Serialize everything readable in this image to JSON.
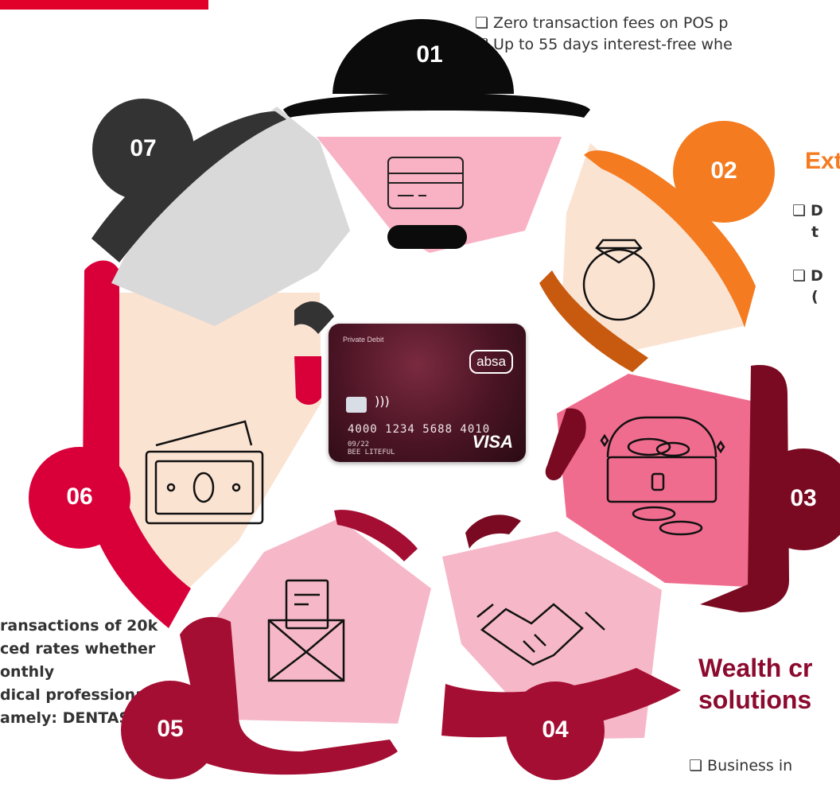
{
  "segments": [
    {
      "num": "01",
      "color": "#0b0b0b",
      "icon": "credit-card-icon"
    },
    {
      "num": "02",
      "color": "#F47B20",
      "icon": "diamond-ring-icon"
    },
    {
      "num": "03",
      "color": "#7A0A22",
      "icon": "treasure-chest-icon"
    },
    {
      "num": "04",
      "color": "#A50E33",
      "icon": "handshake-icon"
    },
    {
      "num": "05",
      "color": "#A50E33",
      "icon": "envelope-letter-icon"
    },
    {
      "num": "06",
      "color": "#D9003A",
      "icon": "cash-notes-icon"
    },
    {
      "num": "07",
      "color": "#333333",
      "icon": ""
    }
  ],
  "card": {
    "label": "Private Debit",
    "brand": "absa",
    "number": "4000 1234 5688 4010",
    "expiry": "09/22",
    "holder": "BEE LITEFUL",
    "network": "VISA"
  },
  "text": {
    "top_bullet_1": "Zero transaction fees on POS p",
    "top_bullet_2": "Up to 55 days interest-free whe",
    "ext_heading": "Ext",
    "ext_b1_line1": "D",
    "ext_b1_line2": "t",
    "ext_b2_line1": "D",
    "ext_b2_line2": "(",
    "left_line1": "ransactions of 20k",
    "left_line2": "ced rates whether",
    "left_line3": "onthly",
    "left_line4": "dical professionals",
    "left_line5": "amely: DENTASA",
    "wealth_line1": "Wealth cr",
    "wealth_line2": "solutions",
    "wealth_b1": "Business in"
  },
  "colors": {
    "top_bar": "#E0002A",
    "heading_orange": "#F47B20",
    "heading_maroon": "#8B0A2E"
  }
}
